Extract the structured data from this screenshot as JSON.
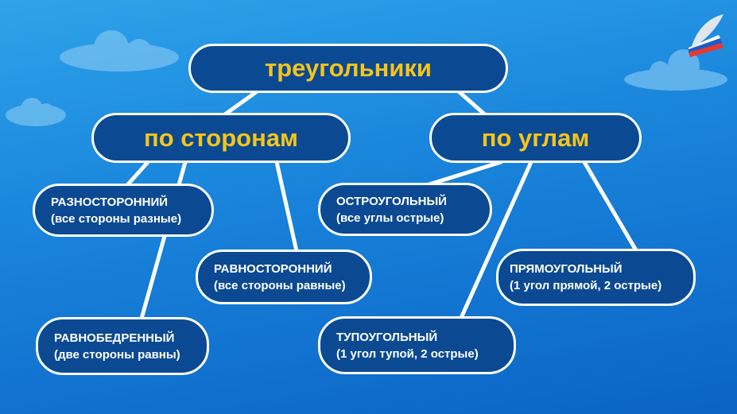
{
  "colors": {
    "node_fill": "#0b4a93",
    "title_text": "#f6c41a",
    "line": "#ffffff"
  },
  "root": {
    "label": "треугольники"
  },
  "categories": [
    {
      "label": "по сторонам"
    },
    {
      "label": "по углам"
    }
  ],
  "leaves": {
    "scalene": {
      "title": "РАЗНОСТОРОННИЙ",
      "desc": "(все стороны разные)"
    },
    "isosceles": {
      "title": "РАВНОБЕДРЕННЫЙ",
      "desc": "(две стороны равны)"
    },
    "equilateral": {
      "title": "РАВНОСТОРОННИЙ",
      "desc": "(все стороны равные)"
    },
    "acute": {
      "title": "ОСТРОУГОЛЬНЫЙ",
      "desc": "(все углы острые)"
    },
    "right": {
      "title": "ПРЯМОУГОЛЬНЫЙ",
      "desc": "(1 угол прямой, 2 острые)"
    },
    "obtuse": {
      "title": "ТУПОУГОЛЬНЫЙ",
      "desc": "(1 угол тупой, 2 острые)"
    }
  }
}
